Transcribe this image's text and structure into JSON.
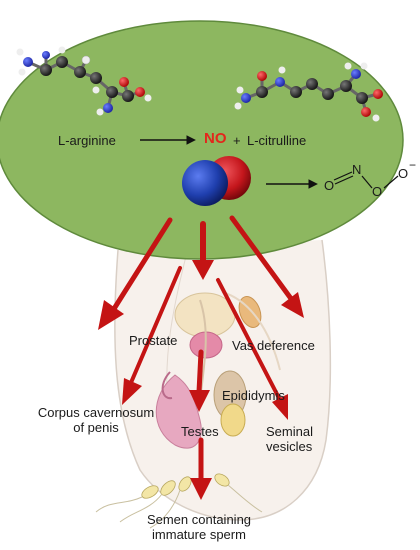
{
  "reaction": {
    "substrate": "L-arginine",
    "product_no": "NO",
    "plus": "+",
    "coproduct": "L-citrulline"
  },
  "peroxynitrite": {
    "atom_o1": "O",
    "atom_n": "N",
    "atom_o2": "O",
    "atom_o3": "O",
    "charge": "−"
  },
  "organs": {
    "prostate": "Prostate",
    "vas_deference": "Vas deference",
    "epididymis": "Epididymis",
    "corpus_line1": "Corpus cavernosum",
    "corpus_line2": "of penis",
    "testes": "Testes",
    "seminal_line1": "Seminal",
    "seminal_line2": "vesicles",
    "semen_line1": "Semen containing",
    "semen_line2": "immature sperm"
  },
  "colors": {
    "cell_fill": "#8db760",
    "arrow_red": "#c41414",
    "no_text": "#e3261c",
    "nitrogen_blue": "#1f3fae",
    "oxygen_red": "#c4161c"
  }
}
